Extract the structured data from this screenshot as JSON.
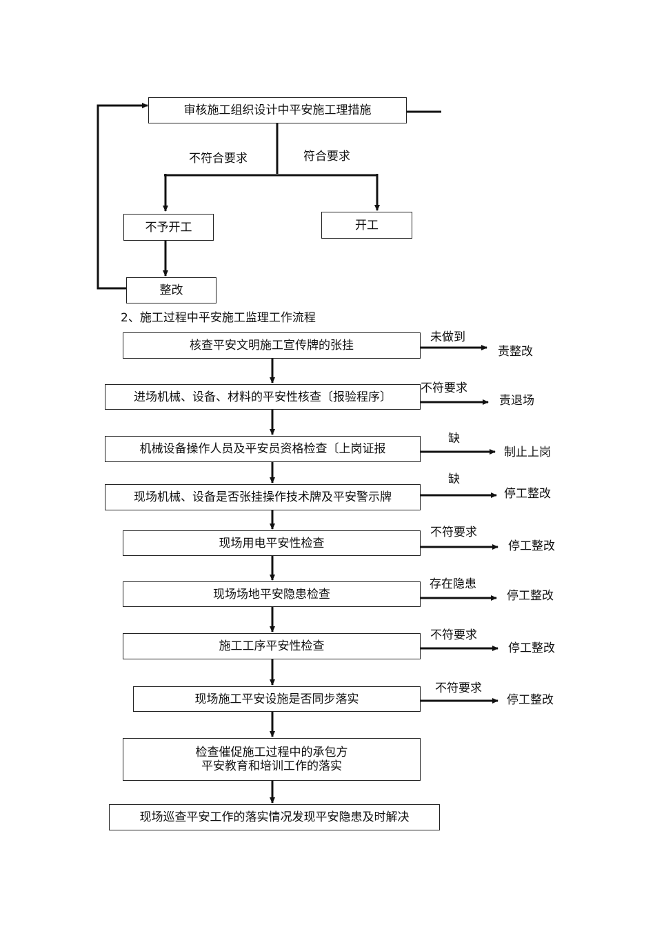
{
  "part1": {
    "review": "审核施工组织设计中平安施工理措施",
    "not_ok": "不符合要求",
    "ok": "符合要求",
    "no_start": "不予开工",
    "start": "开工",
    "rectify": "整改"
  },
  "part2": {
    "heading": "2、施工过程中平安施工监理工作流程",
    "steps": [
      {
        "text": "核查平安文明施工宣传牌的张挂",
        "cond": "未做到",
        "result": "责整改"
      },
      {
        "text": "进场机械、设备、材料的平安性核查〔报验程序〕",
        "cond": "不符要求",
        "result": "责退场"
      },
      {
        "text": "机械设备操作人员及平安员资格检查〔上岗证报",
        "cond": "缺",
        "result": "制止上岗"
      },
      {
        "text": "现场机械、设备是否张挂操作技术牌及平安警示牌",
        "cond": "缺",
        "result": "停工整改"
      },
      {
        "text": "现场用电平安性检查",
        "cond": "不符要求",
        "result": "停工整改"
      },
      {
        "text": "现场场地平安隐患检查",
        "cond": "存在隐患",
        "result": "停工整改"
      },
      {
        "text": "施工工序平安性检查",
        "cond": "不符要求",
        "result": "停工整改"
      },
      {
        "text": "现场施工平安设施是否同步落实",
        "cond": "不符要求",
        "result": "停工整改"
      },
      {
        "text": "检查催促施工过程中的承包方\n平安教育和培训工作的落实"
      },
      {
        "text": "现场巡查平安工作的落实情况发现平安隐患及时解决"
      }
    ]
  }
}
